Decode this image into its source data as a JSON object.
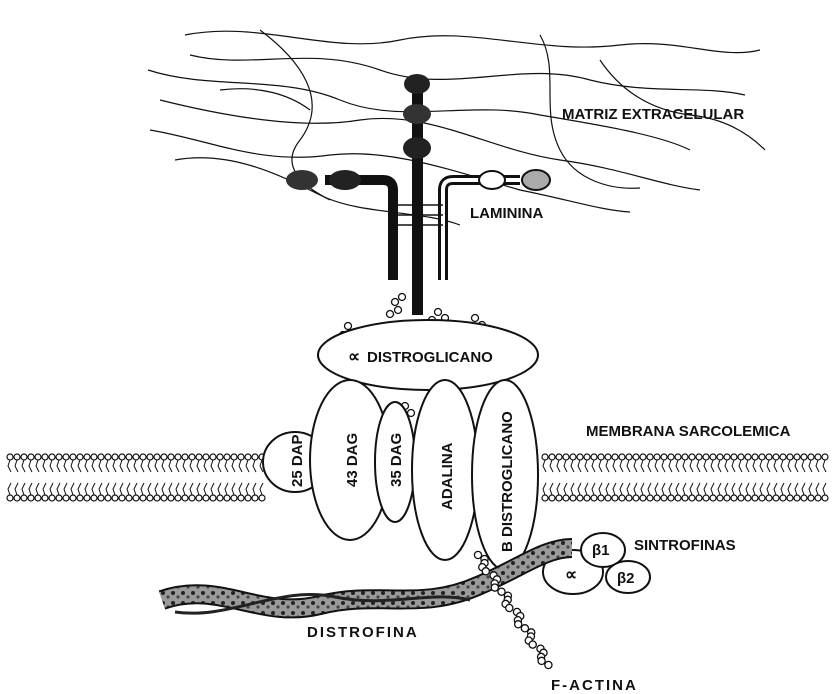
{
  "labels": {
    "matriz": "MATRIZ EXTRACELULAR",
    "laminina": "LAMININA",
    "alpha_distroglicano": "DISTROGLICANO",
    "alpha_symbol": "∝",
    "membrana": "MEMBRANA SARCOLEMICA",
    "dap25": "25 DAP",
    "dag43": "43 DAG",
    "dag35": "35 DAG",
    "adalina": "ADALINA",
    "beta_distroglicano": "B DISTROGLICANO",
    "sintrofinas": "SINTROFINAS",
    "beta1": "β1",
    "beta2": "β2",
    "alpha_sintrofina": "∝",
    "distrofina": "DISTROFINA",
    "factina": "F-ACTINA"
  },
  "colors": {
    "ink": "#111111",
    "paper": "#ffffff",
    "shade": "#555555"
  }
}
